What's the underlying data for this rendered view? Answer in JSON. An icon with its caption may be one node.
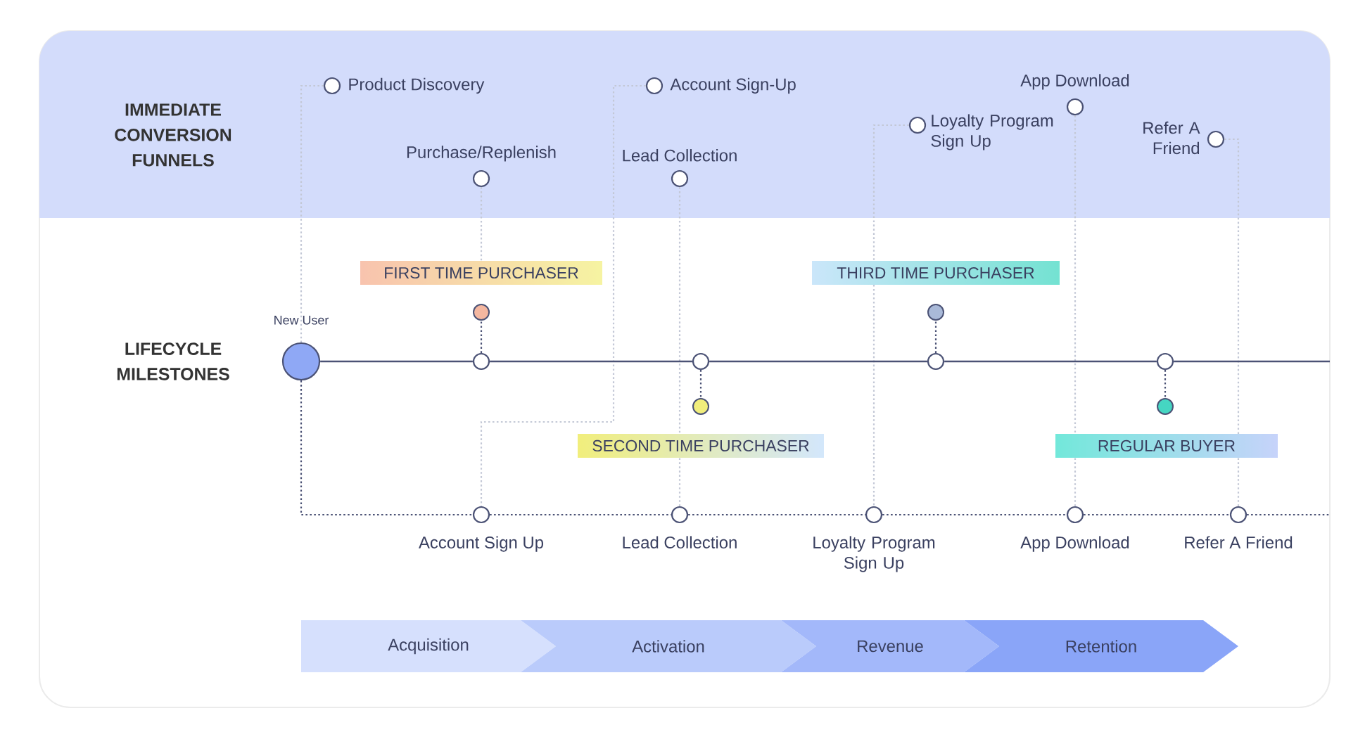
{
  "diagram": {
    "nodes": [
      {
        "text": [],
        "shape": "circle",
        "beside": [
          "Product Discovery"
        ]
      },
      {
        "text": [],
        "shape": "circle",
        "beside": [
          "Account Sign-Up"
        ]
      },
      {
        "text": [],
        "shape": "circle",
        "beside": [
          "App Download"
        ]
      },
      {
        "text": [],
        "shape": "circle",
        "beside": [
          "Loyalty Program Sign Up"
        ]
      },
      {
        "text": [],
        "shape": "circle",
        "beside": [
          "Refer A Friend"
        ]
      },
      {
        "text": [],
        "shape": "circle",
        "beside": [
          "Purchase/Replenish"
        ]
      },
      {
        "text": [],
        "shape": "circle",
        "beside": [
          "Lead Collection"
        ]
      },
      {
        "text": [
          "FIRST TIME PURCHASER"
        ]
      },
      {
        "text": [
          "THIRD TIME PURCHASER"
        ]
      },
      {
        "text": [],
        "shape": "circle",
        "beside": [
          "New User"
        ]
      },
      {
        "text": [],
        "shape": "circle"
      },
      {
        "text": [],
        "shape": "circle"
      },
      {
        "text": [],
        "shape": "circle"
      },
      {
        "text": [],
        "shape": "circle"
      },
      {
        "text": [],
        "shape": "circle"
      },
      {
        "text": [],
        "shape": "circle"
      },
      {
        "text": [],
        "shape": "circle"
      },
      {
        "text": [],
        "shape": "circle"
      },
      {
        "text": [
          "SECOND TIME PURCHASER"
        ]
      },
      {
        "text": [
          "REGULAR BUYER"
        ]
      },
      {
        "text": [],
        "shape": "circle",
        "beside": [
          "Account Sign Up"
        ]
      },
      {
        "text": [],
        "shape": "circle",
        "beside": [
          "Lead Collection"
        ]
      },
      {
        "text": [],
        "shape": "circle",
        "beside": [
          "Loyalty Program Sign Up"
        ]
      },
      {
        "text": [],
        "shape": "circle",
        "beside": [
          "App Download"
        ]
      },
      {
        "text": [],
        "shape": "circle",
        "beside": [
          "Refer A Friend"
        ]
      },
      {
        "text": [
          "Acquisition"
        ]
      },
      {
        "text": [
          "Activation"
        ]
      },
      {
        "text": [
          "Revenue"
        ]
      },
      {
        "text": [
          "Retention"
        ]
      }
    ],
    "edges": [
      {
        "from": 0,
        "to": 9,
        "arrow": "none",
        "style": "dashed",
        "color": "#c3c8d6"
      },
      {
        "from": 1,
        "to": 20,
        "arrow": "none",
        "style": "dashed",
        "color": "#c3c8d6"
      },
      {
        "from": 5,
        "to": 7,
        "arrow": "none",
        "style": "dashed",
        "color": "#c3c8d6"
      },
      {
        "from": 6,
        "to": 18,
        "arrow": "none",
        "style": "dashed",
        "color": "#c3c8d6"
      },
      {
        "from": 18,
        "to": 21,
        "arrow": "none",
        "style": "dashed",
        "color": "#c3c8d6"
      },
      {
        "from": 3,
        "to": 8,
        "arrow": "none",
        "style": "dashed",
        "color": "#c3c8d6"
      },
      {
        "from": 8,
        "to": 22,
        "arrow": "none",
        "style": "dashed",
        "color": "#c3c8d6"
      },
      {
        "from": 2,
        "to": 19,
        "arrow": "none",
        "style": "dashed",
        "color": "#c3c8d6"
      },
      {
        "from": 19,
        "to": 23,
        "arrow": "none",
        "style": "dashed",
        "color": "#c3c8d6"
      },
      {
        "from": 4,
        "to": 19,
        "arrow": "none",
        "style": "dashed",
        "color": "#c3c8d6"
      },
      {
        "from": 19,
        "to": 24,
        "arrow": "none",
        "style": "dashed",
        "color": "#c3c8d6"
      },
      {
        "from": 9,
        "to": 12,
        "arrow": "none"
      },
      {
        "from": 12,
        "to": 13,
        "arrow": "none"
      },
      {
        "from": 13,
        "to": 14,
        "arrow": "none"
      },
      {
        "from": 14,
        "to": 15,
        "arrow": "none"
      },
      {
        "from": 15,
        "to": null,
        "arrow": "none"
      },
      {
        "from": 12,
        "to": 10,
        "arrow": "none",
        "style": "dashed"
      },
      {
        "from": 14,
        "to": 11,
        "arrow": "none",
        "style": "dashed"
      },
      {
        "from": 13,
        "to": 16,
        "arrow": "none",
        "style": "dashed"
      },
      {
        "from": 15,
        "to": 17,
        "arrow": "none",
        "style": "dashed"
      },
      {
        "from": 9,
        "to": 20,
        "arrow": "none",
        "style": "dashed"
      },
      {
        "from": 20,
        "to": 21,
        "arrow": "none",
        "style": "dashed"
      },
      {
        "from": 21,
        "to": 22,
        "arrow": "none",
        "style": "dashed"
      },
      {
        "from": 22,
        "to": 23,
        "arrow": "none",
        "style": "dashed"
      },
      {
        "from": 23,
        "to": 24,
        "arrow": "none",
        "style": "dashed"
      },
      {
        "from": 24,
        "to": null,
        "arrow": "none",
        "style": "dashed"
      }
    ],
    "labels": [
      "IMMEDIATE CONVERSION FUNNELS",
      "LIFECYCLE MILESTONES"
    ]
  }
}
